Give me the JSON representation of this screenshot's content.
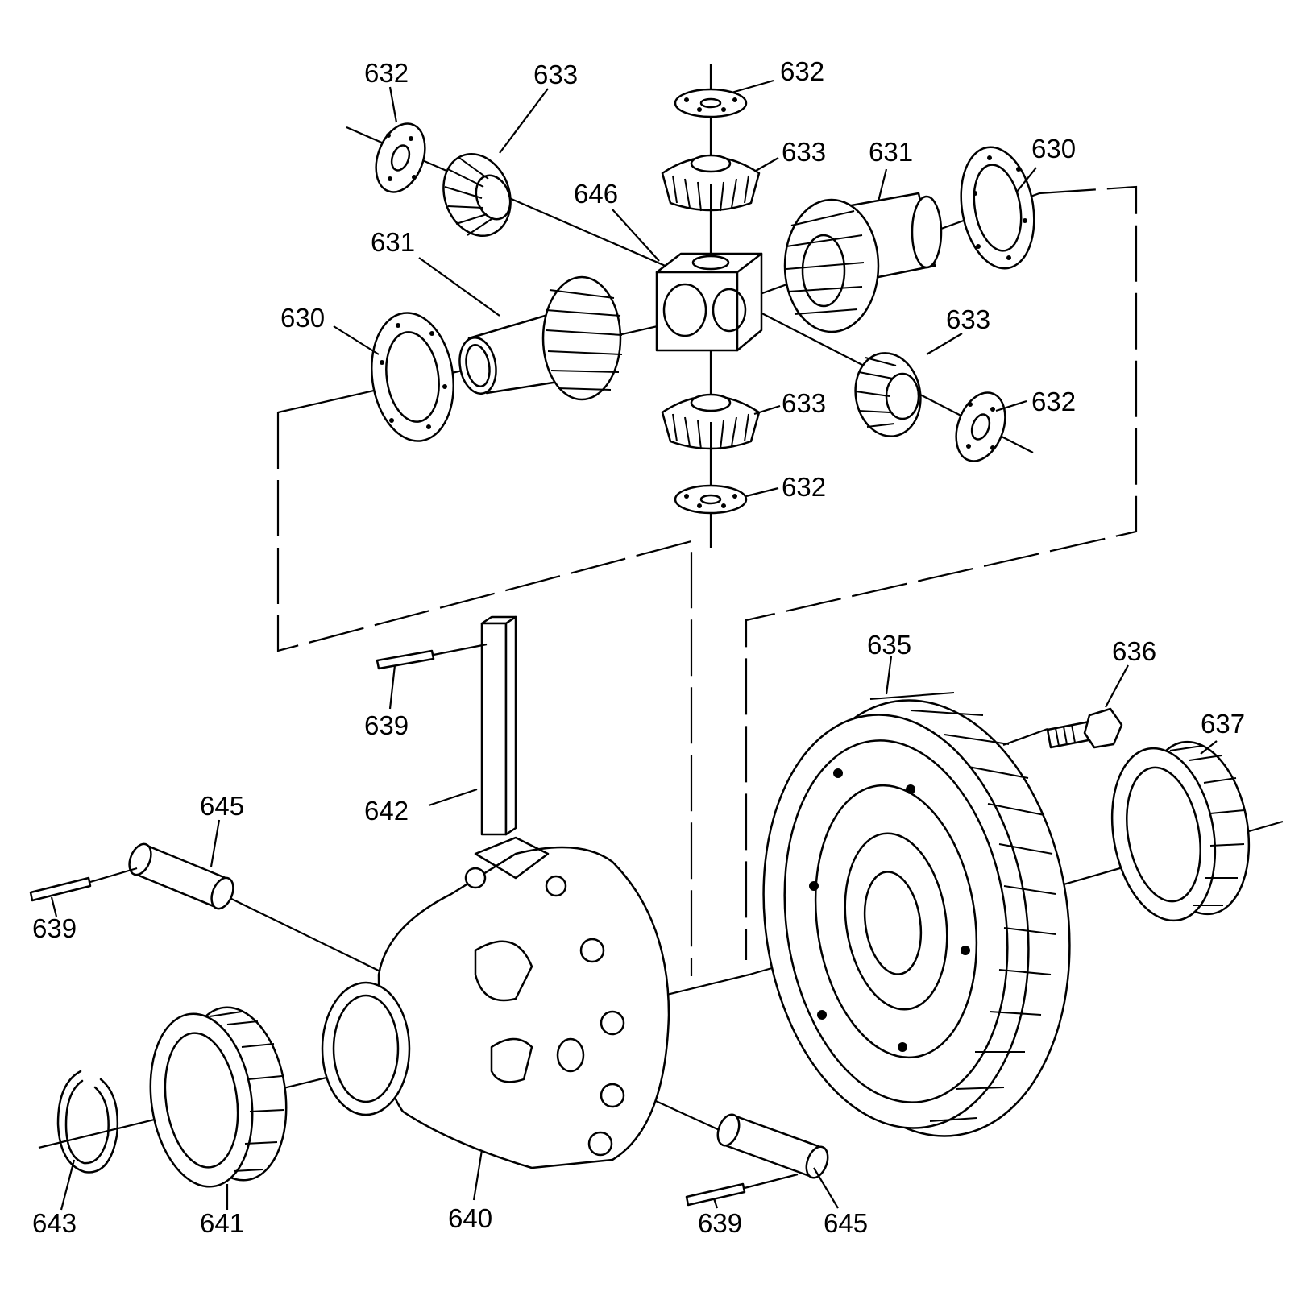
{
  "diagram": {
    "callouts": [
      {
        "id": "c632a",
        "label": "632"
      },
      {
        "id": "c633a",
        "label": "633"
      },
      {
        "id": "c632b",
        "label": "632"
      },
      {
        "id": "c633b",
        "label": "633"
      },
      {
        "id": "c631a",
        "label": "631"
      },
      {
        "id": "c630a",
        "label": "630"
      },
      {
        "id": "c646",
        "label": "646"
      },
      {
        "id": "c631b",
        "label": "631"
      },
      {
        "id": "c630b",
        "label": "630"
      },
      {
        "id": "c633c",
        "label": "633"
      },
      {
        "id": "c632c",
        "label": "632"
      },
      {
        "id": "c633d",
        "label": "633"
      },
      {
        "id": "c632d",
        "label": "632"
      },
      {
        "id": "c635",
        "label": "635"
      },
      {
        "id": "c636",
        "label": "636"
      },
      {
        "id": "c637",
        "label": "637"
      },
      {
        "id": "c639a",
        "label": "639"
      },
      {
        "id": "c642",
        "label": "642"
      },
      {
        "id": "c645a",
        "label": "645"
      },
      {
        "id": "c639b",
        "label": "639"
      },
      {
        "id": "c643",
        "label": "643"
      },
      {
        "id": "c641",
        "label": "641"
      },
      {
        "id": "c640",
        "label": "640"
      },
      {
        "id": "c639c",
        "label": "639"
      },
      {
        "id": "c645b",
        "label": "645"
      }
    ]
  }
}
